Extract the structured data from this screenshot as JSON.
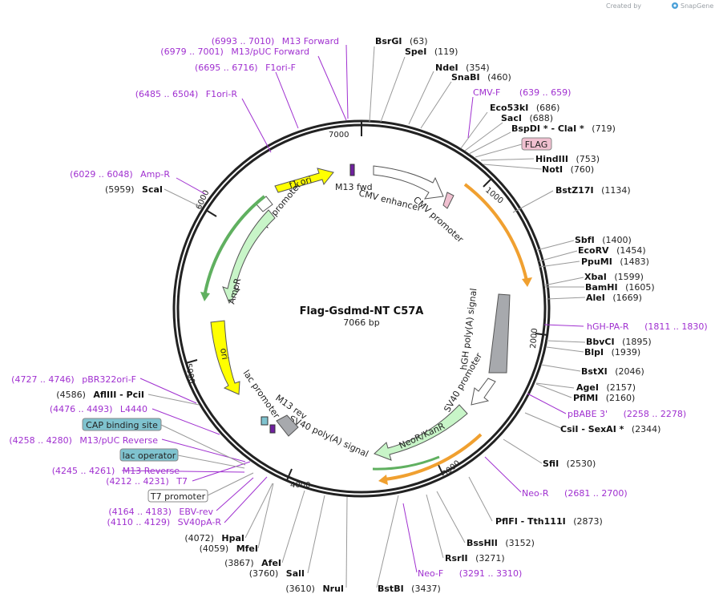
{
  "credit": {
    "prefix": "Created by",
    "brand": "SnapGene"
  },
  "plasmid": {
    "name": "Flag-Gsdmd-NT C57A",
    "size_label": "7066 bp",
    "length": 7066
  },
  "ticks": [
    "1000",
    "2000",
    "3000",
    "4000",
    "5000",
    "6000",
    "7000"
  ],
  "colors": {
    "primer": "#a030d0",
    "flag_box": "#f0c0d0",
    "cap_box": "#7fc3cf",
    "yellow": "#ffff00",
    "green": "#c8f5c8",
    "gray": "#a7a9ad",
    "orange": "#f0a030"
  },
  "enzymes": [
    {
      "name": "BsrGI",
      "pos": "(63)"
    },
    {
      "name": "SpeI",
      "pos": "(119)"
    },
    {
      "name": "NdeI",
      "pos": "(354)"
    },
    {
      "name": "SnaBI",
      "pos": "(460)"
    },
    {
      "name": "Eco53kI",
      "pos": "(686)"
    },
    {
      "name": "SacI",
      "pos": "(688)"
    },
    {
      "name": "BspDI * - ClaI *",
      "pos": "(719)"
    },
    {
      "name": "HindIII",
      "pos": "(753)"
    },
    {
      "name": "NotI",
      "pos": "(760)"
    },
    {
      "name": "BstZ17I",
      "pos": "(1134)"
    },
    {
      "name": "SbfI",
      "pos": "(1400)"
    },
    {
      "name": "EcoRV",
      "pos": "(1454)"
    },
    {
      "name": "PpuMI",
      "pos": "(1483)"
    },
    {
      "name": "XbaI",
      "pos": "(1599)"
    },
    {
      "name": "BamHI",
      "pos": "(1605)"
    },
    {
      "name": "AleI",
      "pos": "(1669)"
    },
    {
      "name": "BbvCI",
      "pos": "(1895)"
    },
    {
      "name": "BlpI",
      "pos": "(1939)"
    },
    {
      "name": "BstXI",
      "pos": "(2046)"
    },
    {
      "name": "AgeI",
      "pos": "(2157)"
    },
    {
      "name": "PflMI",
      "pos": "(2160)"
    },
    {
      "name": "CsiI - SexAI *",
      "pos": "(2344)"
    },
    {
      "name": "SfiI",
      "pos": "(2530)"
    },
    {
      "name": "PflFI - Tth111I",
      "pos": "(2873)"
    },
    {
      "name": "BssHII",
      "pos": "(3152)"
    },
    {
      "name": "RsrII",
      "pos": "(3271)"
    },
    {
      "name": "BstBI",
      "pos": "(3437)"
    },
    {
      "name": "NruI",
      "pos": "(3610)"
    },
    {
      "name": "SalI",
      "pos": "(3760)"
    },
    {
      "name": "AfeI",
      "pos": "(3867)"
    },
    {
      "name": "MfeI",
      "pos": "(4059)"
    },
    {
      "name": "HpaI",
      "pos": "(4072)"
    },
    {
      "name": "AflIII - PciI",
      "pos": "(4586)"
    },
    {
      "name": "ScaI",
      "pos": "(5959)"
    }
  ],
  "primers": [
    {
      "range": "(6993 .. 7010)",
      "name": "M13 Forward"
    },
    {
      "range": "(6979 .. 7001)",
      "name": "M13/pUC Forward"
    },
    {
      "range": "(6695 .. 6716)",
      "name": "F1ori-F"
    },
    {
      "range": "(6485 .. 6504)",
      "name": "F1ori-R"
    },
    {
      "range": "(6029 .. 6048)",
      "name": "Amp-R"
    },
    {
      "range": "(639 .. 659)",
      "name": "CMV-F"
    },
    {
      "range": "(1811 .. 1830)",
      "name": "hGH-PA-R"
    },
    {
      "range": "(2258 .. 2278)",
      "name": "pBABE 3'"
    },
    {
      "range": "(2681 .. 2700)",
      "name": "Neo-R"
    },
    {
      "range": "(3291 .. 3310)",
      "name": "Neo-F"
    },
    {
      "range": "(4727 .. 4746)",
      "name": "pBR322ori-F"
    },
    {
      "range": "(4476 .. 4493)",
      "name": "L4440"
    },
    {
      "range": "(4258 .. 4280)",
      "name": "M13/pUC Reverse"
    },
    {
      "range": "(4245 .. 4261)",
      "name": "M13 Reverse"
    },
    {
      "range": "(4212 .. 4231)",
      "name": "T7"
    },
    {
      "range": "(4164 .. 4183)",
      "name": "EBV-rev"
    },
    {
      "range": "(4110 .. 4129)",
      "name": "SV40pA-R"
    }
  ],
  "boxes": {
    "flag": "FLAG",
    "cap": "CAP binding site",
    "lac": "lac operator",
    "t7": "T7 promoter"
  },
  "features": {
    "f1_ori": "f1 ori",
    "m13_fwd": "M13 fwd",
    "cmv_enhancer": "CMV enhancer",
    "cmv_promoter": "CMV promoter",
    "ampr_promoter": "AmpR promoter",
    "ampr": "AmpR",
    "ori": "ori",
    "lac_promoter": "lac promoter",
    "m13_rev": "M13 rev",
    "sv40_polya": "SV40 poly(A) signal",
    "hgh_polya": "hGH poly(A) signal",
    "sv40_promoter": "SV40 promoter",
    "neo_kanr": "NeoR/KanR"
  }
}
